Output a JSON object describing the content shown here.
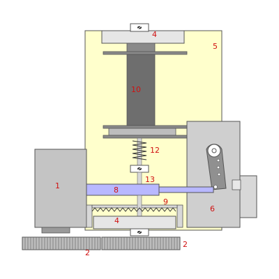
{
  "diagram": {
    "background": "#ffffff",
    "colors": {
      "panel": "#ffffcc",
      "outline": "#555555",
      "block_gray": "#c8c8c8",
      "block_light": "#e0e0e0",
      "cylinder": "#707070",
      "flange": "#9a9a9a",
      "rack": "#bdbdbd",
      "lever": "#b8b8ff",
      "label": "#d01010"
    },
    "labels": {
      "l1": "1",
      "l2a": "2",
      "l2b": "2",
      "l4_top": "4",
      "l4_bottom": "4",
      "l5": "5",
      "l6": "6",
      "l8": "8",
      "l9": "9",
      "l10": "10",
      "l12": "12",
      "l13": "13"
    },
    "icons": {
      "bolt": "slotted-screw-icon",
      "crank": "crank-arm-icon"
    }
  }
}
